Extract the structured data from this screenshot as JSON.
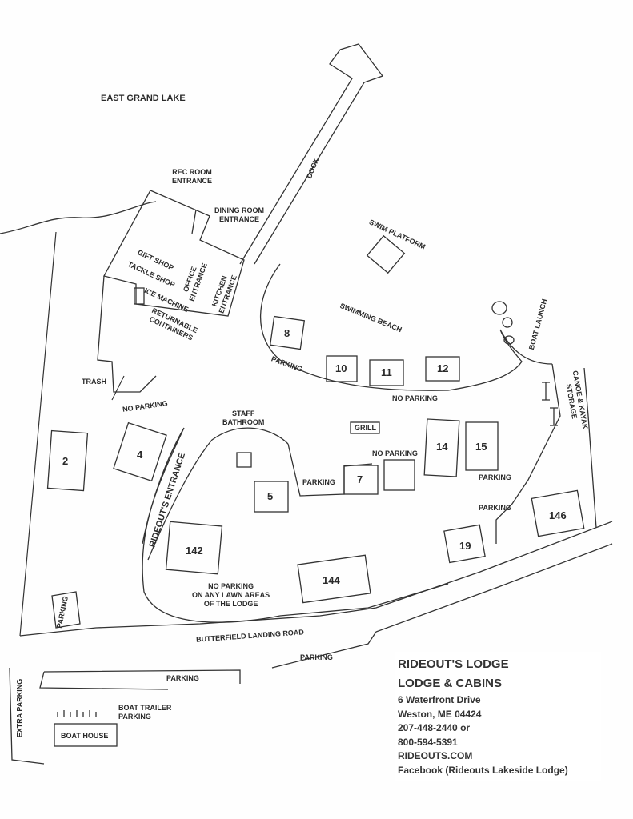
{
  "title": "EAST GRAND LAKE",
  "labels": {
    "dock": "DOCK",
    "rec_room": [
      "REC ROOM",
      "ENTRANCE"
    ],
    "dining_room": [
      "DINING ROOM",
      "ENTRANCE"
    ],
    "gift_shop": "GIFT SHOP",
    "tackle_shop": "TACKLE SHOP",
    "office": [
      "OFFICE",
      "ENTRANCE"
    ],
    "kitchen": [
      "KITCHEN",
      "ENTRANCE"
    ],
    "ice_machine": "ICE MACHINE",
    "returnable": [
      "RETURNABLE",
      "CONTAINERS"
    ],
    "trash": "TRASH",
    "swim_platform": "SWIM PLATFORM",
    "swimming_beach": "SWIMMING BEACH",
    "boat_launch": "BOAT LAUNCH",
    "canoe": [
      "CANOE & KAYAK",
      "STORAGE"
    ],
    "no_parking_1": "NO PARKING",
    "no_parking_2": "NO PARKING",
    "no_parking_3": "NO PARKING",
    "parking_8": "PARKING",
    "staff_bathroom": [
      "STAFF",
      "BATHROOM"
    ],
    "grill": "GRILL",
    "parking_5": "PARKING",
    "parking_15": "PARKING",
    "parking_19": "PARKING",
    "entrance": "RIDEOUT'S ENTRANCE",
    "parking_left": "PARKING",
    "no_parking_lawn": [
      "NO PARKING",
      "ON ANY LAWN AREAS",
      "OF THE LODGE"
    ],
    "road": "BUTTERFIELD LANDING ROAD",
    "parking_road_1": "PARKING",
    "parking_road_2": "PARKING",
    "extra_parking": "EXTRA PARKING",
    "boat_trailer": [
      "BOAT TRAILER",
      "PARKING"
    ],
    "boat_house": "BOAT HOUSE"
  },
  "cabins": [
    "2",
    "4",
    "5",
    "7",
    "8",
    "10",
    "11",
    "12",
    "14",
    "15",
    "19",
    "142",
    "144",
    "146"
  ],
  "info": {
    "name": "RIDEOUT'S LODGE",
    "subtitle": "LODGE & CABINS",
    "address1": "6 Waterfront Drive",
    "address2": "Weston, ME  04424",
    "phone1": "207-448-2440 or",
    "phone2": "800-594-5391",
    "website": "RIDEOUTS.COM",
    "facebook": "Facebook (Rideouts Lakeside Lodge)"
  }
}
